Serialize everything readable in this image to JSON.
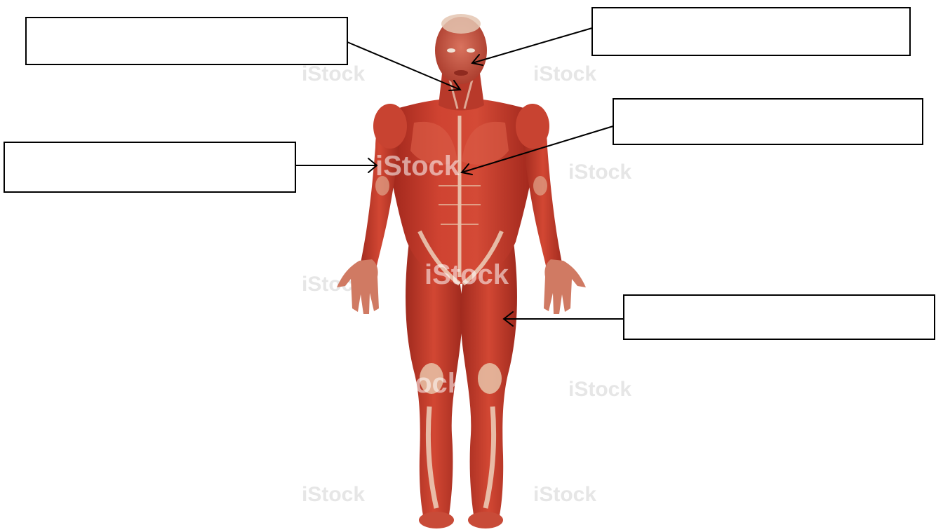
{
  "diagram": {
    "subject": "human muscular system, anterior view",
    "watermark_text": "iStock",
    "colors": {
      "muscle": "#c8392b",
      "muscle_dark": "#8f1f16",
      "muscle_light": "#e0604a",
      "tendon": "#efd9c4",
      "skin_head": "#d9a78d",
      "line": "#000000",
      "background": "#ffffff"
    },
    "labels": [
      {
        "id": "neck",
        "text": ""
      },
      {
        "id": "face",
        "text": ""
      },
      {
        "id": "chest",
        "text": ""
      },
      {
        "id": "arm",
        "text": ""
      },
      {
        "id": "thigh",
        "text": ""
      }
    ]
  }
}
